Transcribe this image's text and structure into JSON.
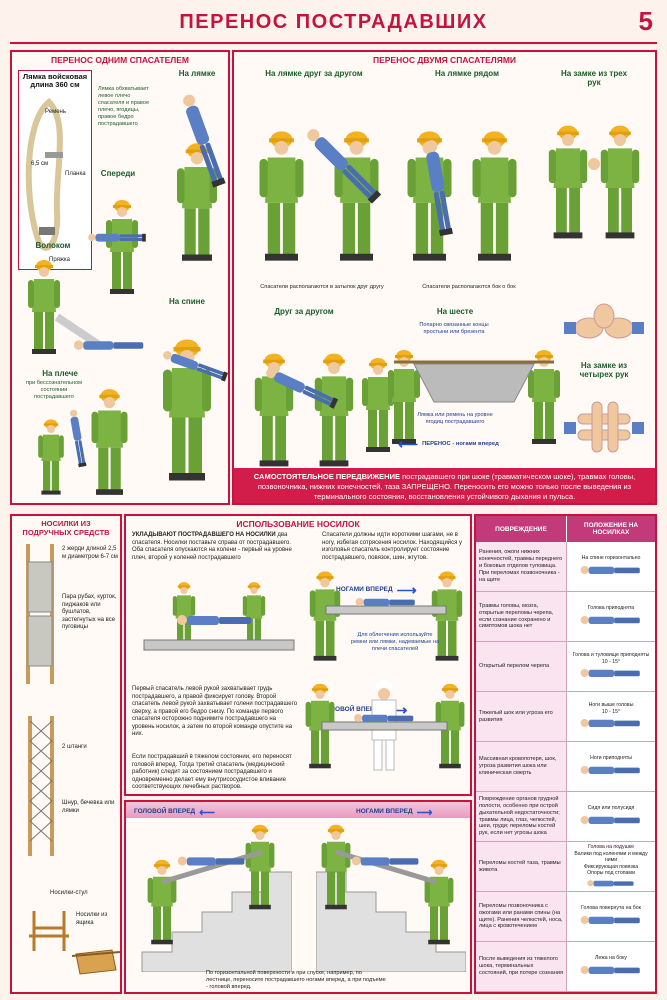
{
  "header": {
    "title": "ПЕРЕНОС ПОСТРАДАВШИХ",
    "page_number": "5"
  },
  "one_rescuer": {
    "title": "ПЕРЕНОС ОДНИМ СПАСАТЕЛЕМ",
    "strap_box": {
      "title": "Лямка войсковая длина 360 см",
      "strap": "Ремень",
      "size": "6,5 см",
      "plate": "Планка",
      "buckle": "Пряжка"
    },
    "strap_note": "Лямка обхватывает левое плечо спасателя и правое плечо, ягодицы, правое бедро пострадавшего",
    "labels": {
      "strap": "На лямке",
      "front": "Спереди",
      "drag": "Волоком",
      "back": "На спине",
      "shoulder": "На плече",
      "shoulder_note": "при бессознательном состоянии пострадавшего"
    }
  },
  "two_rescuers": {
    "title": "ПЕРЕНОС ДВУМЯ СПАСАТЕЛЯМИ",
    "labels": {
      "strap_one_another": "На лямке друг за другом",
      "strap_side": "На лямке рядом",
      "three_hands": "На замке из трех рук",
      "one_after_another": "Друг за другом",
      "pole": "На шесте",
      "four_hands": "На замке из четырех рук"
    },
    "notes": {
      "one_another": "Спасатели располагаются в затылок друг другу",
      "side": "Спасатели располагаются бок о бок",
      "pole_top": "Попарно связанные концы простыни или брезента",
      "pole_strap": "Лямка или ремень на уровне ягодиц пострадавшего",
      "pole_dir": "ПЕРЕНОС - ногами вперед"
    },
    "warning_bold": "САМОСТОЯТЕЛЬНОЕ ПЕРЕДВИЖЕНИЕ",
    "warning_text": "пострадавшего при шоке (травматическом шоке), травмах головы, позвоночника, нижних конечностей, таза ЗАПРЕЩЕНО. Переносить его можно только после выведения из терминального состояния, восстановления устойчивого дыхания и пульса."
  },
  "improvised": {
    "title": "НОСИЛКИ ИЗ ПОДРУЧНЫХ СРЕДСТВ",
    "poles": "2 жерди длиной 2,5 м диаметром 6-7 см",
    "shirts": "Пара рубах, курток, пиджаков или бушлатов, застегнутых на все пуговицы",
    "two_bars": "2 штанги",
    "cord": "Шнур, бечевка или лямки",
    "chair": "Носилки-стул",
    "box": "Носилки из ящика"
  },
  "stretcher": {
    "title": "ИСПОЛЬЗОВАНИЕ НОСИЛОК",
    "text1_bold": "УКЛАДЫВАЮТ ПОСТРАДАВШЕГО НА НОСИЛКИ",
    "text1": "два спасателя. Носилки поставьте справа от пострадавшего. Оба спасателя опускаются на колени - первый на уровне плеч, второй у коленей пострадавшего",
    "text2": "Спасатели должны идти короткими шагами, не в ногу, избегая сотрясения носилок. Находящийся у изголовья спасатель контролирует состояние пострадавшего, повязок, шин, жгутов.",
    "feet_first": "НОГАМИ ВПЕРЕД",
    "relief": "Для облегчения используйте ремни или лямки, надеваемые на плечи спасателей",
    "text3": "Первый спасатель левой рукой захватывает грудь пострадавшего, а правой фиксирует голову. Второй спасатель левой рукой захватывает голени пострадавшего сверху, а правой его бедро снизу. По команде первого спасателя осторожно поднимите пострадавшего на уровень носилок, а затем по второй команде опустите на них.",
    "head_first": "ГОЛОВОЙ ВПЕРЕД",
    "text4": "Если пострадавший в тяжелом состоянии, его переносят головой вперед. Тогда третий спасатель (медицинский работник) следит за состоянием пострадавшего и одновременно делает ему внутрисосудистое вливание соответствующих лечебных растворов."
  },
  "stairs": {
    "head_first": "ГОЛОВОЙ ВПЕРЕД",
    "feet_first": "НОГАМИ ВПЕРЕД",
    "note": "По горизонтальной поверхности и при спуске, например, по лестнице, переносите пострадавшего ногами вперед, а при подъеме - головой вперед."
  },
  "table": {
    "head_damage": "ПОВРЕЖДЕНИЕ",
    "head_position": "ПОЛОЖЕНИЕ НА НОСИЛКАХ",
    "rows": [
      {
        "damage": "Ранения, ожоги нижних конечностей, травмы переднего и боковых отделов туловища. При переломах позвоночника - на щите",
        "position": "На спине горизонтально"
      },
      {
        "damage": "Травмы головы, мозга, открытые переломы черепа, если сознание сохранено и симптомов шока нет",
        "position": "Голова приподнята"
      },
      {
        "damage": "Открытый перелом черепа",
        "position": "Голова и туловище приподняты",
        "angle": "10 - 15°"
      },
      {
        "damage": "Тяжелый шок или угроза его развития",
        "position": "Ноги выше головы",
        "angle": "10 - 15°"
      },
      {
        "damage": "Массивная кровопотеря, шок, угроза развития шока или клиническая смерть",
        "position": "Ноги приподняты"
      },
      {
        "damage": "Повреждение органов грудной полости, особенно при острой дыхательной недостаточности; травмы лица, глаз, челюстей, шеи, груди; переломы костей рук, если нет угрозы шока",
        "position": "Сидя или полусидя"
      },
      {
        "damage": "Переломы костей таза, травмы живота",
        "position": "Голова на подушке",
        "position2": "Валики под коленями и между ними",
        "position3": "Фиксирующая повязка",
        "position4": "Опоры под стопами"
      },
      {
        "damage": "Переломы позвоночника с ожогами или ранами спины (на щите). Ранения челюстей, носа, лица с кровотечением",
        "position": "Голова повернута на бок"
      },
      {
        "damage": "После выведения из тяжелого шока, терминальных состояний, при потере сознания",
        "position": "Лежа на боку"
      }
    ]
  },
  "colors": {
    "accent": "#c6123f",
    "uniform": "#7cb342",
    "helmet": "#f3b320",
    "victim": "#5b7fc4"
  }
}
